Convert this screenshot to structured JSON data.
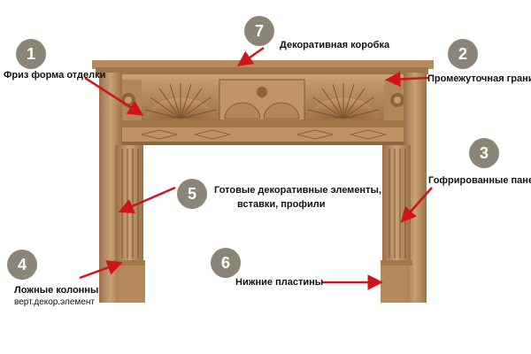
{
  "annotations": [
    {
      "number": "1",
      "label": "Фриз форма отделки"
    },
    {
      "number": "2",
      "label": "Промежуточная граница"
    },
    {
      "number": "3",
      "label": "Гофрированные панели"
    },
    {
      "number": "4",
      "label": "Ложные колонны",
      "sublabel": "верт.декор.элемент"
    },
    {
      "number": "5",
      "label_line1": "Готовые декоративные элементы,",
      "label_line2": "вставки, профили"
    },
    {
      "number": "6",
      "label": "Нижние пластины"
    },
    {
      "number": "7",
      "label": "Декоративная коробка"
    }
  ],
  "colors": {
    "marker": "#8a8577",
    "arrow": "#d0141c",
    "wood_light": "#c9a277",
    "wood_mid": "#a97e52",
    "wood_dark": "#7a5532"
  }
}
